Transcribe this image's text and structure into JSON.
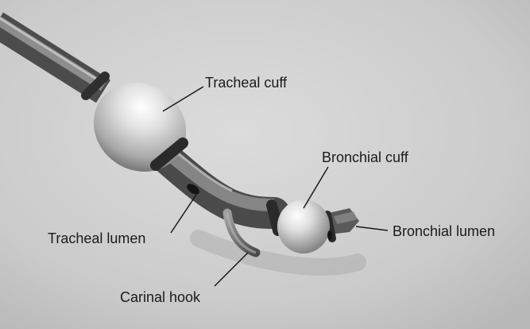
{
  "figure": {
    "labels": {
      "tracheal_cuff": "Tracheal cuff",
      "bronchial_cuff": "Bronchial cuff",
      "bronchial_lumen": "Bronchial lumen",
      "tracheal_lumen": "Tracheal lumen",
      "carinal_hook": "Carinal hook"
    }
  }
}
